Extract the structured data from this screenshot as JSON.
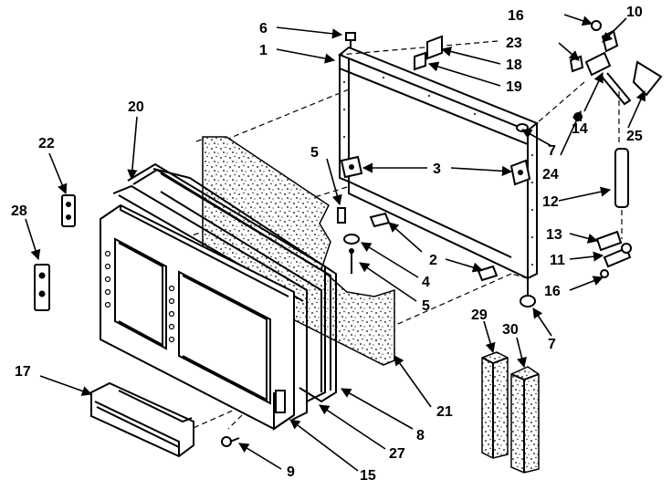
{
  "diagram": {
    "callouts": {
      "c1": "1",
      "c2": "2",
      "c3": "3",
      "c4": "4",
      "c5a": "5",
      "c5b": "5",
      "c6": "6",
      "c7a": "7",
      "c7b": "7",
      "c8": "8",
      "c9": "9",
      "c10": "10",
      "c11": "11",
      "c12": "12",
      "c13": "13",
      "c14": "14",
      "c15": "15",
      "c16a": "16",
      "c16b": "16",
      "c17": "17",
      "c18": "18",
      "c19": "19",
      "c20": "20",
      "c21": "21",
      "c22": "22",
      "c23": "23",
      "c24": "24",
      "c25": "25",
      "c27": "27",
      "c28": "28",
      "c29": "29",
      "c30": "30"
    }
  }
}
